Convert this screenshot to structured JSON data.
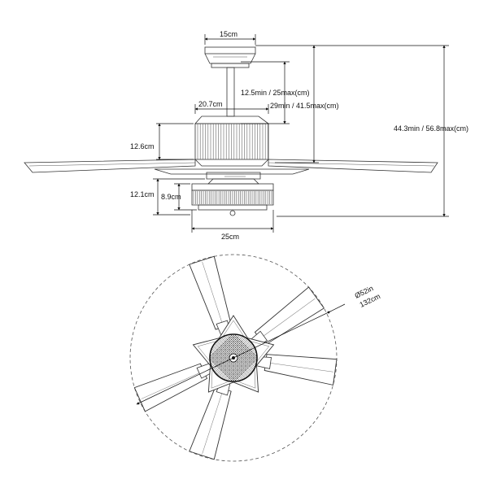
{
  "side_view": {
    "canopy_width": "15cm",
    "downrod_range": "12.5min / 25max(cm)",
    "ceiling_to_blade": "29min / 41.5max(cm)",
    "total_height": "44.3min / 56.8max(cm)",
    "motor_width": "20.7cm",
    "motor_height": "12.6cm",
    "light_kit_height": "12.1cm",
    "shade_height": "8.9cm",
    "shade_width": "25cm"
  },
  "top_view": {
    "diameter_in": "Ø52in",
    "diameter_cm": "132cm"
  },
  "colors": {
    "line": "#333333",
    "text": "#111111",
    "background": "#ffffff"
  }
}
